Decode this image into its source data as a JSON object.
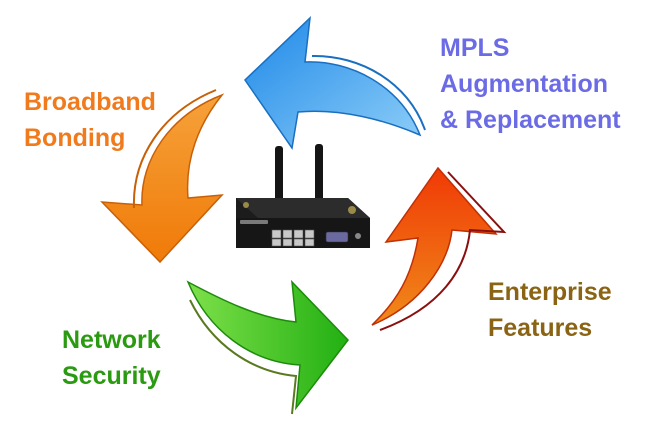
{
  "labels": {
    "mpls": {
      "lines": [
        "MPLS",
        "Augmentation",
        "& Replacement"
      ],
      "color": "#6b6be6"
    },
    "broadband": {
      "lines": [
        "Broadband",
        "Bonding"
      ],
      "color": "#f07a1c"
    },
    "enterprise": {
      "lines": [
        "Enterprise",
        "Features"
      ],
      "color": "#8a6414"
    },
    "security": {
      "lines": [
        "Network",
        "Security"
      ],
      "color": "#2a9a10"
    }
  },
  "arrows": {
    "top": {
      "color": "#3aa0f0",
      "direction": "counter-clockwise"
    },
    "left": {
      "color": "#f5870e",
      "direction": "counter-clockwise"
    },
    "bottom": {
      "color": "#3ec41c",
      "direction": "counter-clockwise"
    },
    "right": {
      "color": "#f25d0a",
      "direction": "counter-clockwise"
    }
  },
  "device": {
    "body_color": "#181818",
    "port_color": "#bfbfbf"
  }
}
